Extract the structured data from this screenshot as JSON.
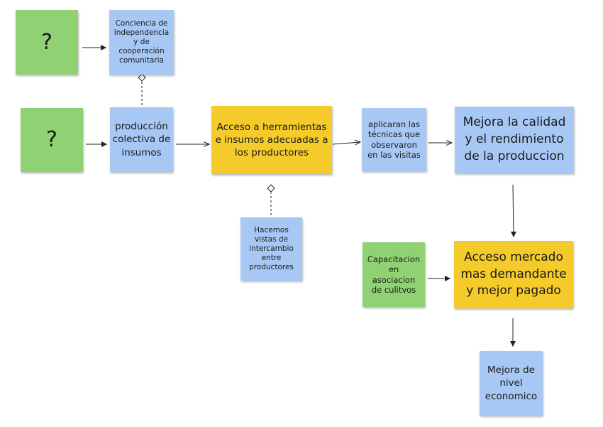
{
  "colors": {
    "green": "#8fd173",
    "blue": "#a7c8f4",
    "yellow": "#f5cb2b",
    "line": "#222222"
  },
  "notes": {
    "q1": "?",
    "q2": "?",
    "conciencia": "Conciencia de\nindependencia\ny de\ncooperación\ncomunitaria",
    "produccion": "producción\ncolectiva de\ninsumos",
    "acceso_herramientas": "Acceso a herramientas\ne insumos adecuadas a\nlos productores",
    "aplicaran": "aplicaran las\ntécnicas que\nobservaron\nen las visitas",
    "mejora_calidad": "Mejora la calidad\ny el rendimiento\nde la produccion",
    "hacemos": "Hacemos\nvistas de\nintercambio\nentre\nproductores",
    "capacitacion": "Capacitacion\nen\nasociacion\nde culitvos",
    "acceso_mercado": "Acceso  mercado\nmas demandante\ny mejor pagado",
    "mejora_nivel": "Mejora de\nnivel\neconomico"
  }
}
